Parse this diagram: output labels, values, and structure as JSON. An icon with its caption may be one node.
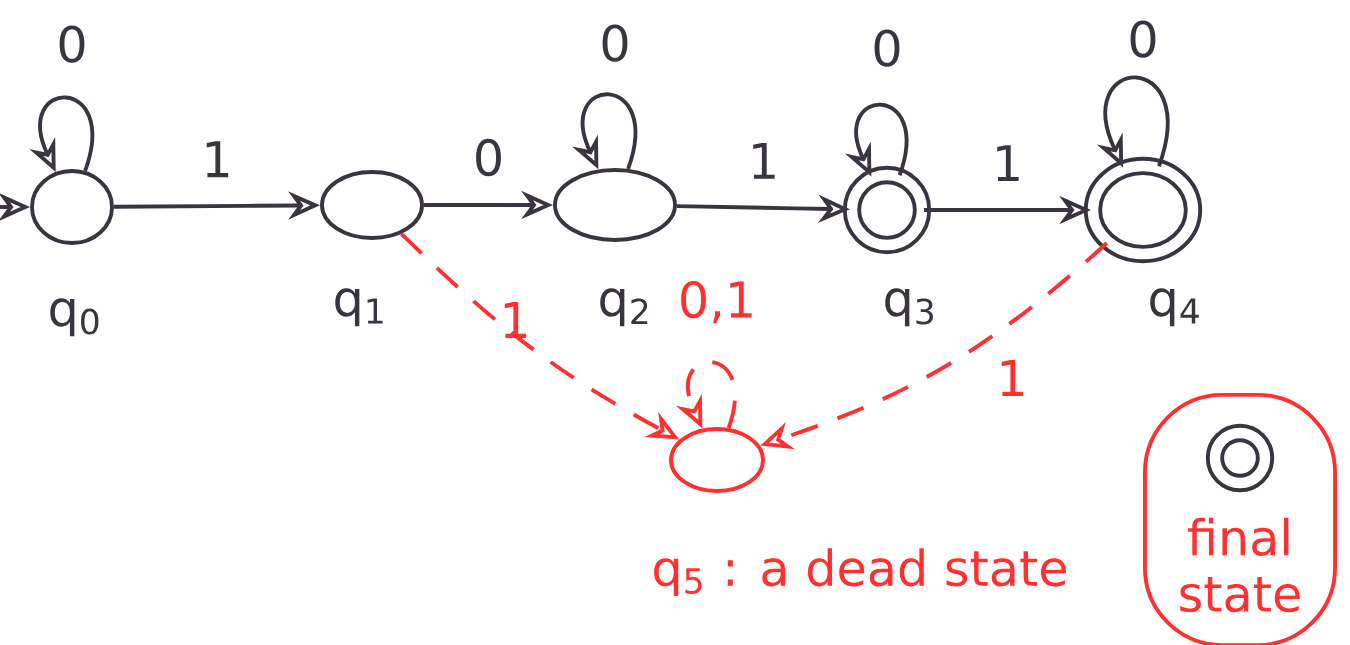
{
  "diagram": {
    "nodes": [
      {
        "text": [],
        "shape": "circle",
        "beside": [
          "q$_{0}$"
        ]
      },
      {
        "text": [],
        "shape": "circle",
        "beside": [
          "q$_{1}$"
        ]
      },
      {
        "text": [],
        "shape": "circle",
        "beside": [
          "q$_{2}$"
        ]
      },
      {
        "text": [],
        "shape": "doublecircle",
        "beside": [
          "q$_{3}$"
        ]
      },
      {
        "text": [],
        "shape": "doublecircle",
        "beside": [
          "q$_{4}$"
        ]
      },
      {
        "text": [],
        "shape": "circle",
        "beside": [
          "q$_{5}$ : a dead state"
        ]
      },
      {
        "text": [
          "final state"
        ]
      },
      {
        "text": [],
        "shape": "doublecircle",
        "in": 6
      }
    ],
    "edges": [
      {
        "from": null,
        "to": 0,
        "arrow": "to"
      },
      {
        "from": 0,
        "to": 0,
        "arrow": "to",
        "label": "0"
      },
      {
        "from": 0,
        "to": 1,
        "arrow": "to",
        "label": "1"
      },
      {
        "from": 1,
        "to": 2,
        "arrow": "to",
        "label": "0"
      },
      {
        "from": 2,
        "to": 2,
        "arrow": "to",
        "label": "0"
      },
      {
        "from": 2,
        "to": 3,
        "arrow": "to",
        "label": "1"
      },
      {
        "from": 3,
        "to": 3,
        "arrow": "to",
        "label": "0"
      },
      {
        "from": 3,
        "to": 4,
        "arrow": "to",
        "label": "1"
      },
      {
        "from": 4,
        "to": 4,
        "arrow": "to",
        "label": "0"
      },
      {
        "from": 1,
        "to": 5,
        "arrow": "to",
        "label": "1",
        "style": "dashed",
        "color": "#ff3030"
      },
      {
        "from": 4,
        "to": 5,
        "arrow": "to",
        "label": "1",
        "style": "dashed",
        "color": "#ff3030"
      },
      {
        "from": 5,
        "to": 5,
        "arrow": "to",
        "label": "0,1",
        "style": "dashed",
        "color": "#ff3030"
      }
    ]
  }
}
